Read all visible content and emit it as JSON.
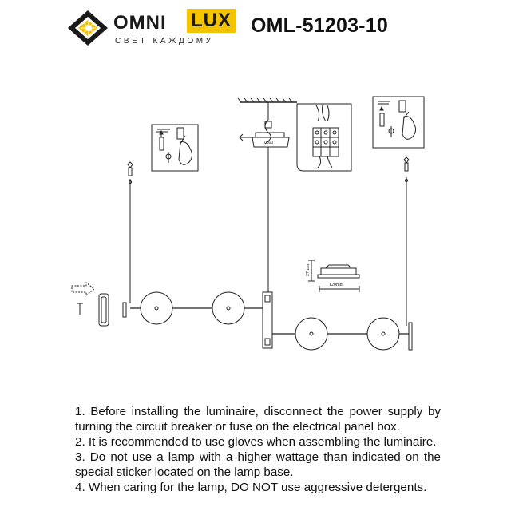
{
  "brand": {
    "name_part1": "OMNI",
    "name_part2": "LUX",
    "tagline": "СВЕТ КАЖДОМУ",
    "accent_color": "#f5c400"
  },
  "product": {
    "model": "OML-51203-10"
  },
  "diagram": {
    "dim_height": "27mm",
    "dim_width": "120mm",
    "canopy_label": "0000",
    "icons": [
      "screw-in-icon",
      "hand-screwdriver-icon",
      "terminal-block-icon",
      "ceiling-mount-icon"
    ]
  },
  "instructions": [
    "1. Before installing the luminaire, disconnect the power supply by turning the circuit breaker or fuse on the electrical panel box.",
    "2. It is recommended to use gloves when assembling the luminaire.",
    "3. Do not use a lamp with a higher wattage than indicated on the special sticker located on the lamp base.",
    "4. When caring for the lamp, DO NOT use aggressive detergents."
  ]
}
